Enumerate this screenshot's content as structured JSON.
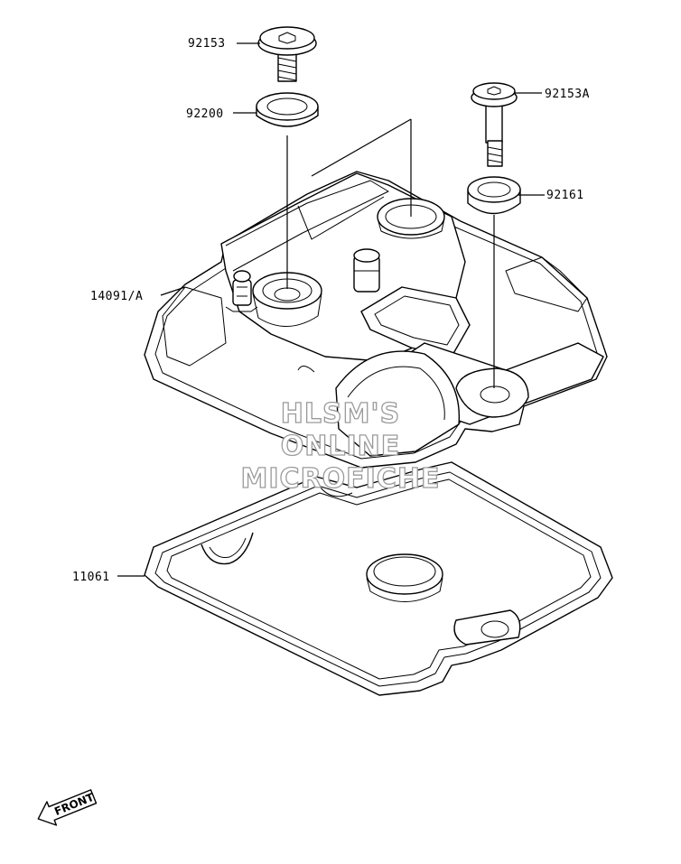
{
  "parts": {
    "p92153": "92153",
    "p92200": "92200",
    "p92153a": "92153A",
    "p92161": "92161",
    "p14091a": "14091/A",
    "p11061": "11061"
  },
  "watermark": {
    "line1": "HLSM'S",
    "line2": "ONLINE",
    "line3": "MICROFICHE"
  },
  "front_label": "FRONT"
}
